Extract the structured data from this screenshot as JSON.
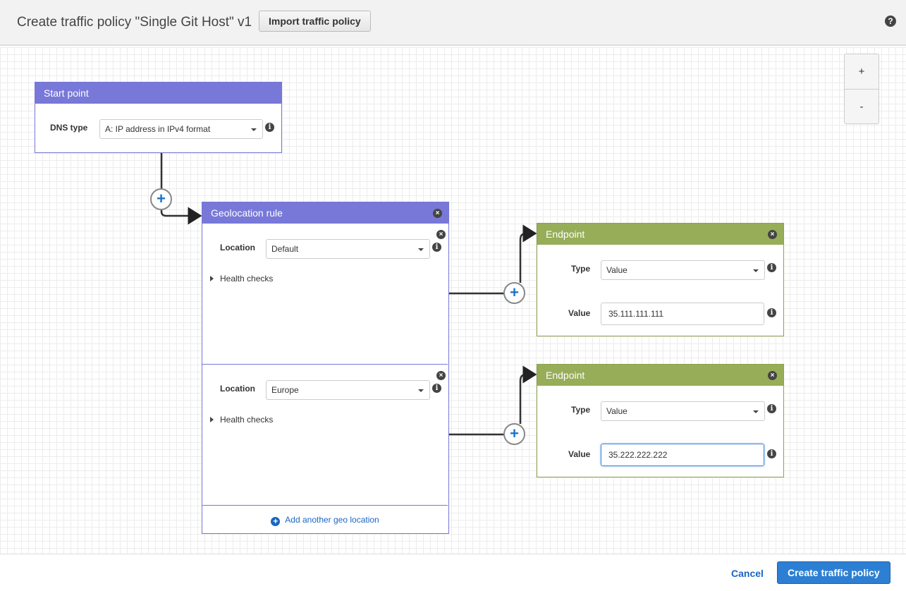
{
  "header": {
    "title": "Create traffic policy \"Single Git Host\" v1",
    "import_label": "Import traffic policy",
    "help": "?"
  },
  "zoom": {
    "in": "+",
    "out": "-"
  },
  "start": {
    "title": "Start point",
    "dns_label": "DNS type",
    "dns_value": "A: IP address in IPv4 format"
  },
  "geo": {
    "title": "Geolocation rule",
    "rules": [
      {
        "location_label": "Location",
        "location": "Default",
        "health": "Health checks"
      },
      {
        "location_label": "Location",
        "location": "Europe",
        "health": "Health checks"
      }
    ],
    "add_label": "Add another geo location"
  },
  "endpoints": [
    {
      "title": "Endpoint",
      "type_label": "Type",
      "type": "Value",
      "value_label": "Value",
      "value": "35.111.111.111"
    },
    {
      "title": "Endpoint",
      "type_label": "Type",
      "type": "Value",
      "value_label": "Value",
      "value": "35.222.222.222"
    }
  ],
  "footer": {
    "cancel": "Cancel",
    "create": "Create traffic policy"
  },
  "colors": {
    "rule_header": "#7878d8",
    "endpoint_header": "#97ad58",
    "primary": "#2d7fd3"
  }
}
